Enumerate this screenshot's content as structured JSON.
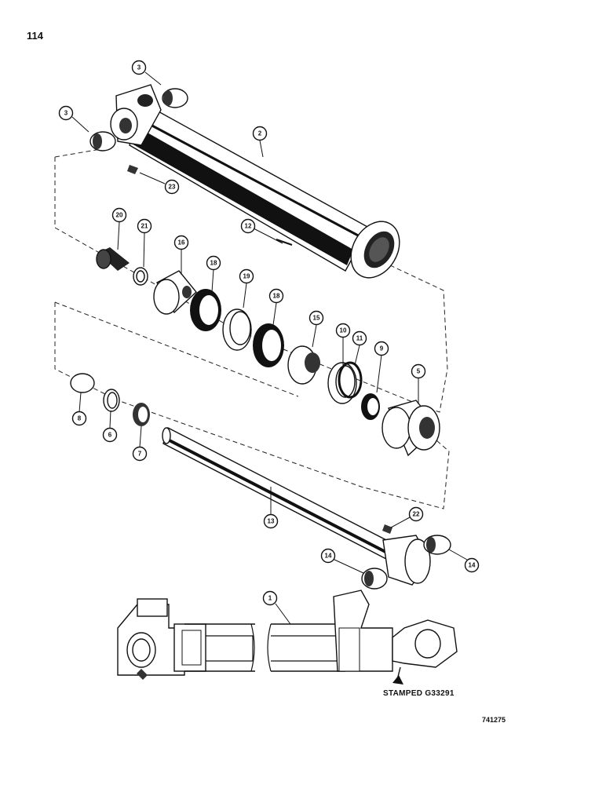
{
  "page": {
    "number": "114",
    "figure_id": "741275",
    "stamp_note": "STAMPED G33291"
  },
  "callouts": {
    "c1": "1",
    "c2": "2",
    "c3a": "3",
    "c3b": "3",
    "c5": "5",
    "c6": "6",
    "c7": "7",
    "c8": "8",
    "c9": "9",
    "c10": "10",
    "c11": "11",
    "c12": "12",
    "c13": "13",
    "c14a": "14",
    "c14b": "14",
    "c15": "15",
    "c16": "16",
    "c18a": "18",
    "c18b": "18",
    "c19": "19",
    "c20": "20",
    "c21": "21",
    "c22": "22",
    "c23": "23"
  }
}
